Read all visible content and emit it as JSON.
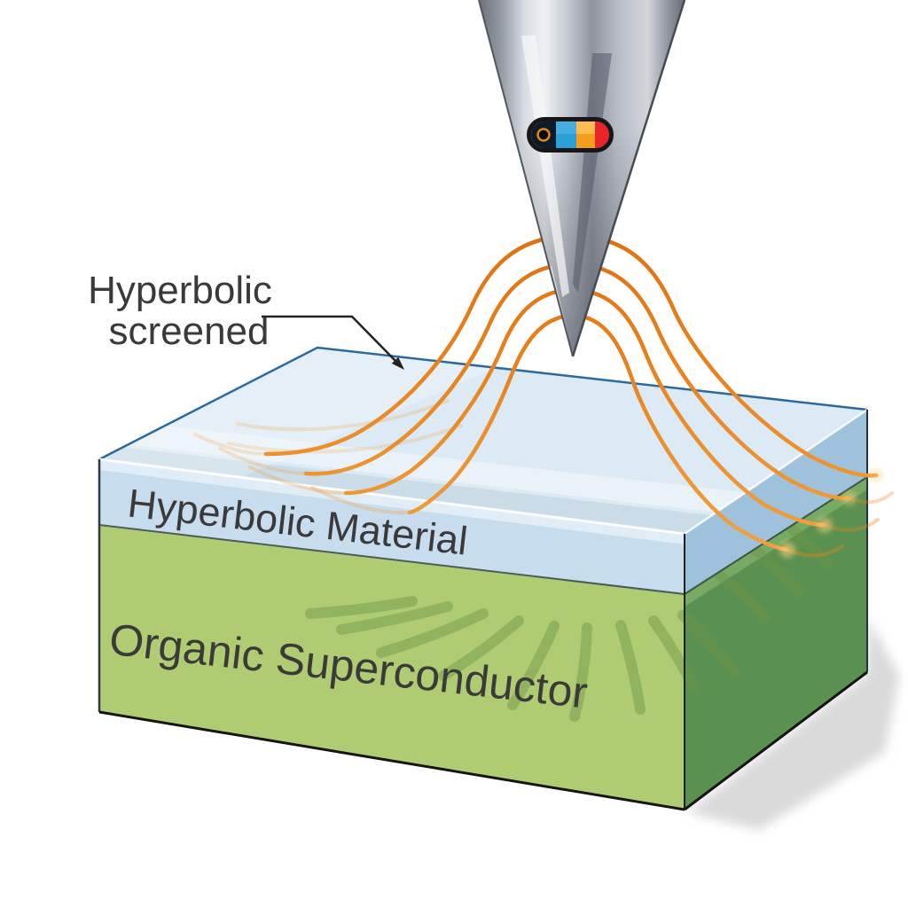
{
  "figure": {
    "annotation": {
      "line1": "Hyperbolic",
      "line2": "screened"
    },
    "layers": {
      "hyperbolic": {
        "label": "Hyperbolic Material",
        "top_color": "#dbeaf4",
        "front_color": "#c7ddee",
        "side_color": "#9fc2dc"
      },
      "superconductor": {
        "label": "Organic Superconductor",
        "front_color": "#afcc72",
        "side_color": "#5b9150"
      }
    },
    "field_lines": {
      "color": "#e8821e",
      "count_per_side": 4
    },
    "probe": {
      "badge_colors": {
        "blue": "#2b9fd8",
        "orange": "#f59e1b",
        "red": "#e8232a"
      }
    },
    "text_color": "#3a3a3a"
  }
}
